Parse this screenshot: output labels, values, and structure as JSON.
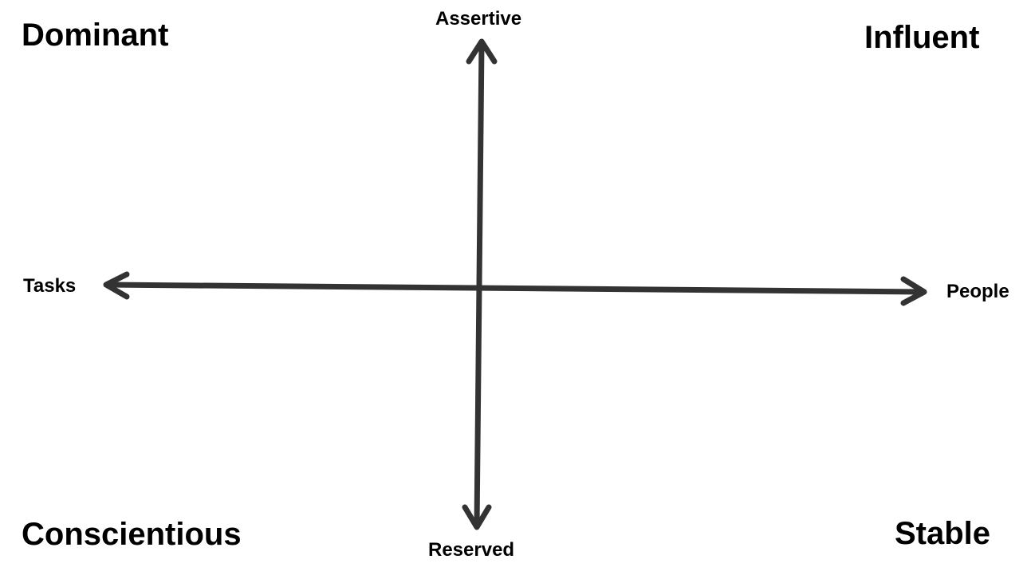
{
  "quadrants": {
    "top_left": "Dominant",
    "top_right": "Influent",
    "bottom_left": "Conscientious",
    "bottom_right": "Stable"
  },
  "axes": {
    "up": "Assertive",
    "down": "Reserved",
    "left": "Tasks",
    "right": "People"
  },
  "colors": {
    "axis_stroke": "#333333",
    "text": "#000000",
    "background": "#ffffff"
  }
}
